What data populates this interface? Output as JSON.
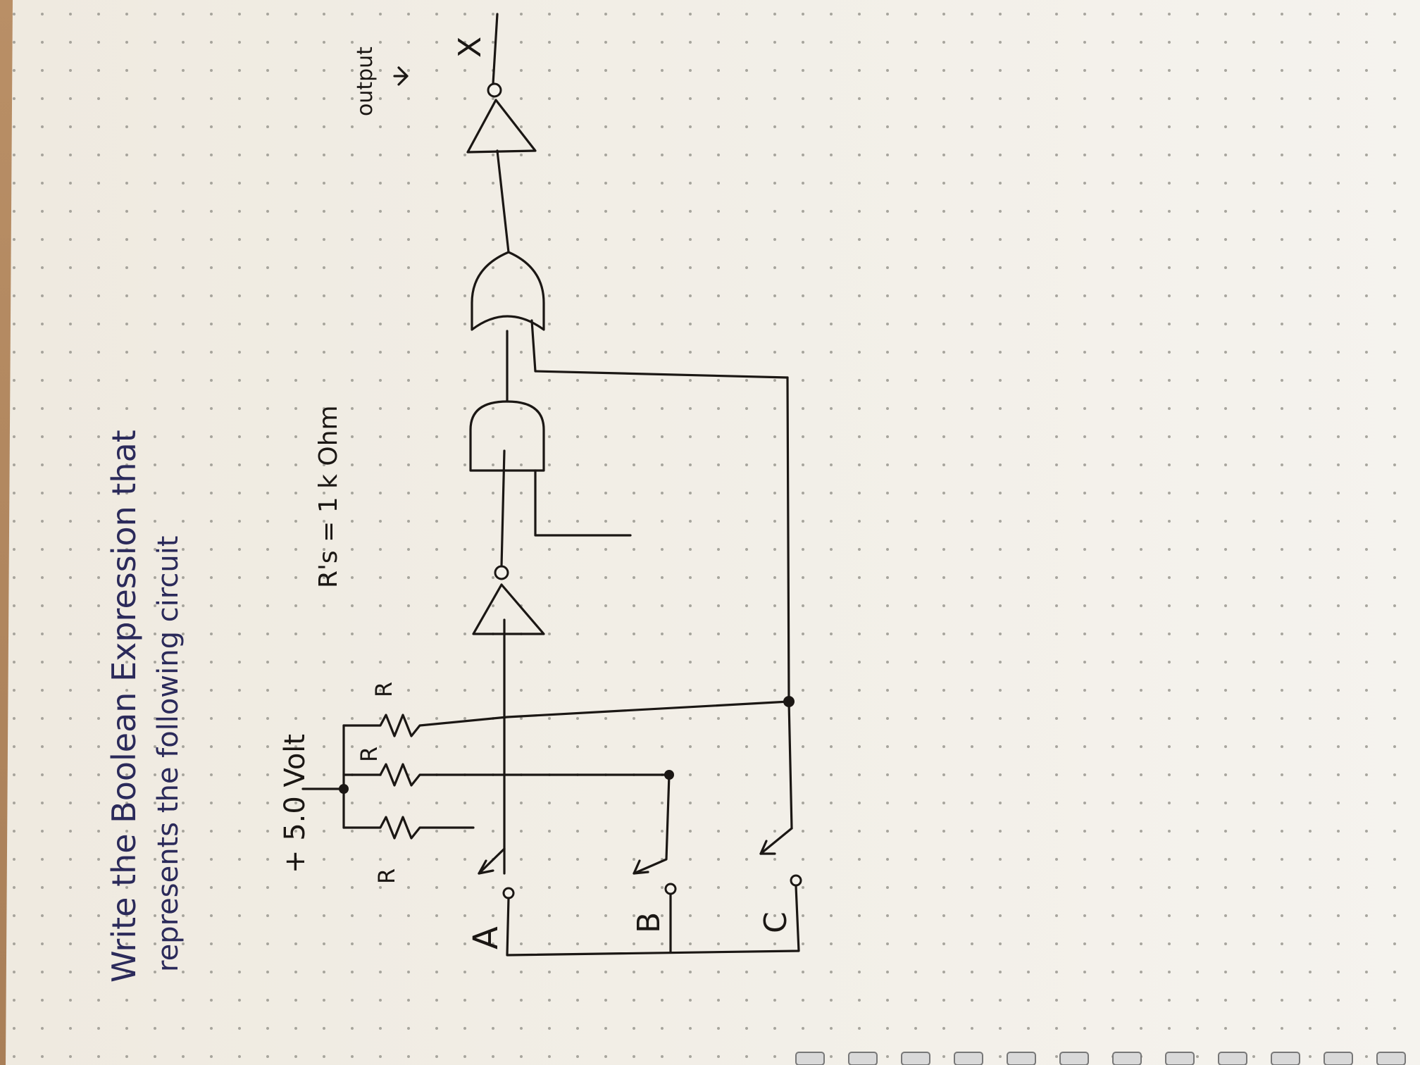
{
  "question": {
    "line1": "Write the Boolean Expression that",
    "line2": "represents the following circuit"
  },
  "supply_label": "+ 5.0 Volt",
  "resistor_note": "R's = 1 k Ohm",
  "resistor_symbol": "R",
  "inputs": [
    "A",
    "B",
    "C"
  ],
  "output_letter": "X",
  "output_label": "output",
  "colors": {
    "paper": "#f4f1ea",
    "ink_blue": "#2b2a5a",
    "ink_black": "#1b1714"
  }
}
